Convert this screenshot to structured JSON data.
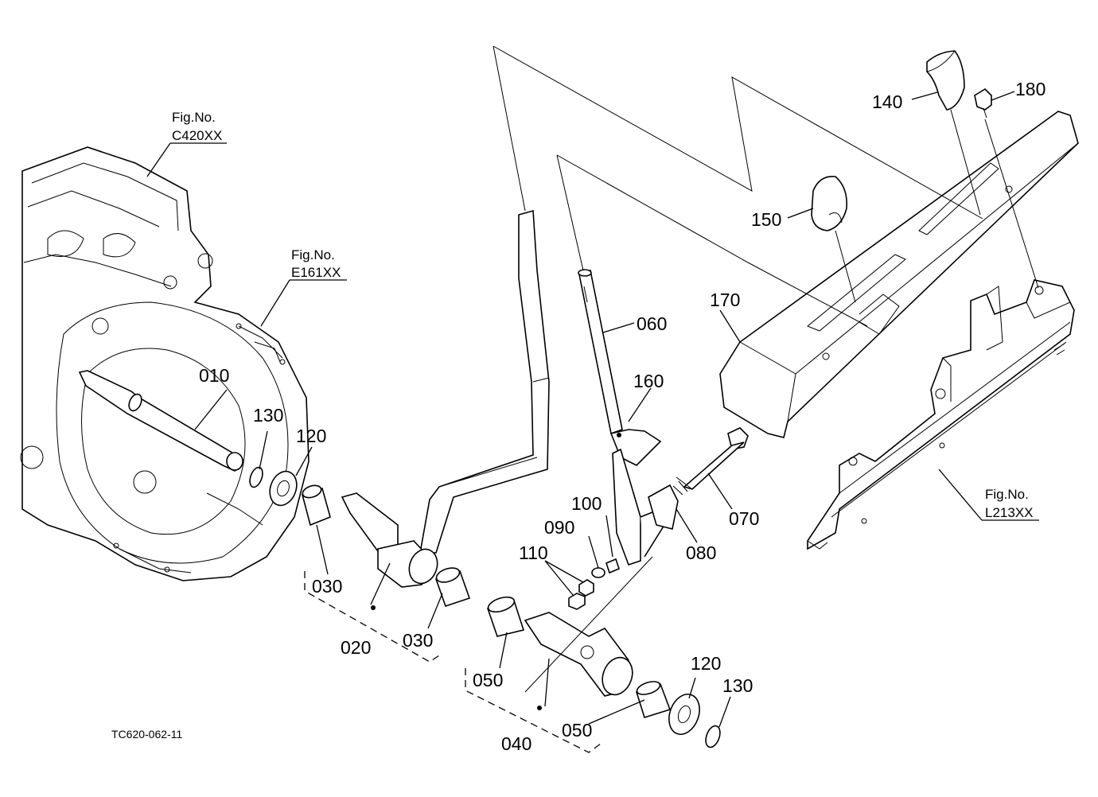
{
  "diagram": {
    "drawing_code": "TC620-062-11",
    "figure_refs": {
      "c420": {
        "prefix": "Fig.No.",
        "code": "C420XX"
      },
      "e161": {
        "prefix": "Fig.No.",
        "code": "E161XX"
      },
      "l213": {
        "prefix": "Fig.No.",
        "code": "L213XX"
      }
    },
    "parts": {
      "p010": "010",
      "p020": "020",
      "p030a": "030",
      "p030b": "030",
      "p040": "040",
      "p050a": "050",
      "p050b": "050",
      "p060": "060",
      "p070": "070",
      "p080": "080",
      "p090": "090",
      "p100": "100",
      "p110": "110",
      "p120a": "120",
      "p120b": "120",
      "p130a": "130",
      "p130b": "130",
      "p140": "140",
      "p150": "150",
      "p160": "160",
      "p170": "170",
      "p180": "180"
    }
  }
}
